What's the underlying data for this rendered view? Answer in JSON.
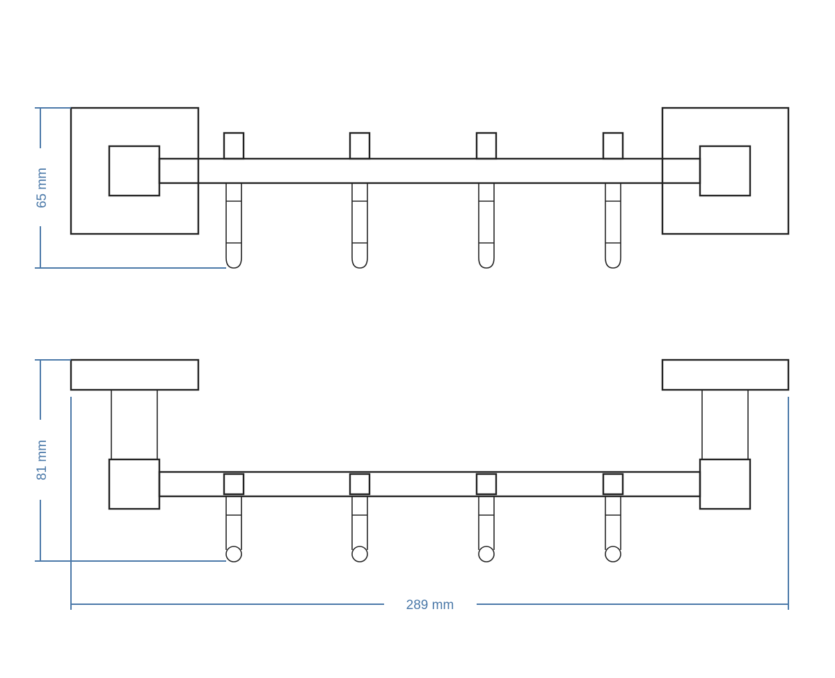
{
  "dimensions": {
    "height_top_view": "65 mm",
    "height_side_view": "81 mm",
    "width": "289 mm"
  },
  "hooks": {
    "count": 4
  },
  "colors": {
    "outline": "#222222",
    "dimension": "#4a78a8",
    "background": "#ffffff"
  }
}
